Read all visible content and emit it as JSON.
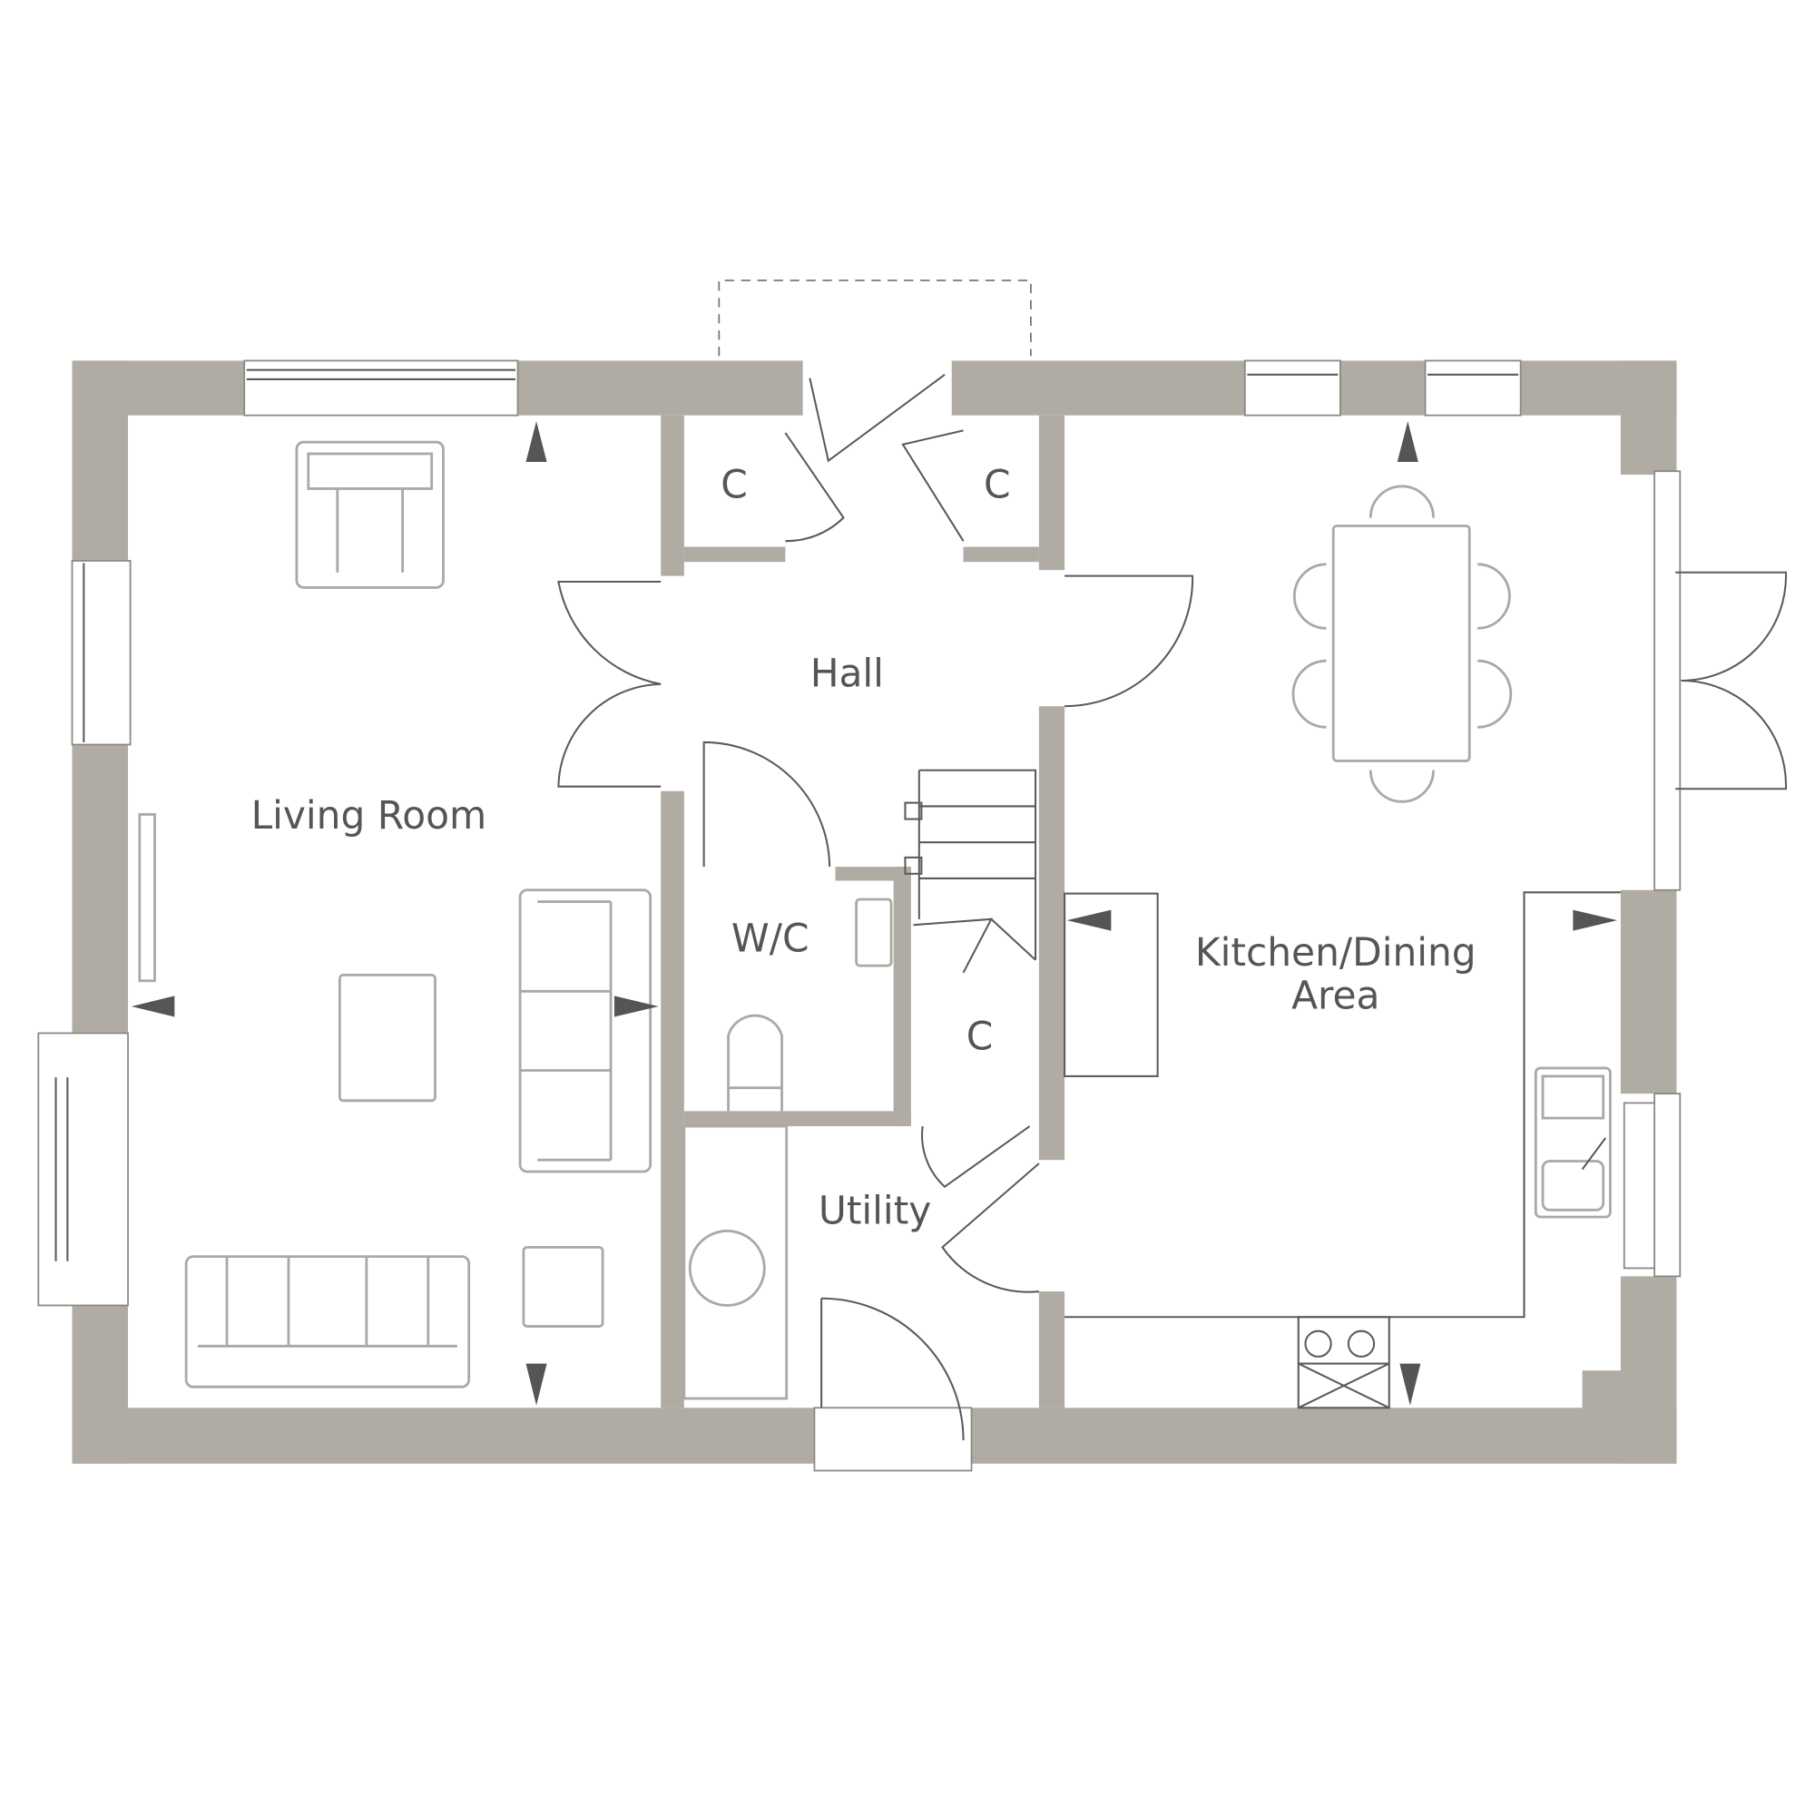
{
  "plan": {
    "colors": {
      "wall": "#b0aca4",
      "line": "#5a5a5a",
      "furniture": "#aaa9a6",
      "text": "#555555"
    },
    "rooms": {
      "living": "Living Room",
      "hall": "Hall",
      "cupboard_left": "C",
      "cupboard_right": "C",
      "wc": "W/C",
      "cupboard_stairs": "C",
      "utility": "Utility",
      "kitchen_line1": "Kitchen/Dining",
      "kitchen_line2": "Area"
    }
  }
}
